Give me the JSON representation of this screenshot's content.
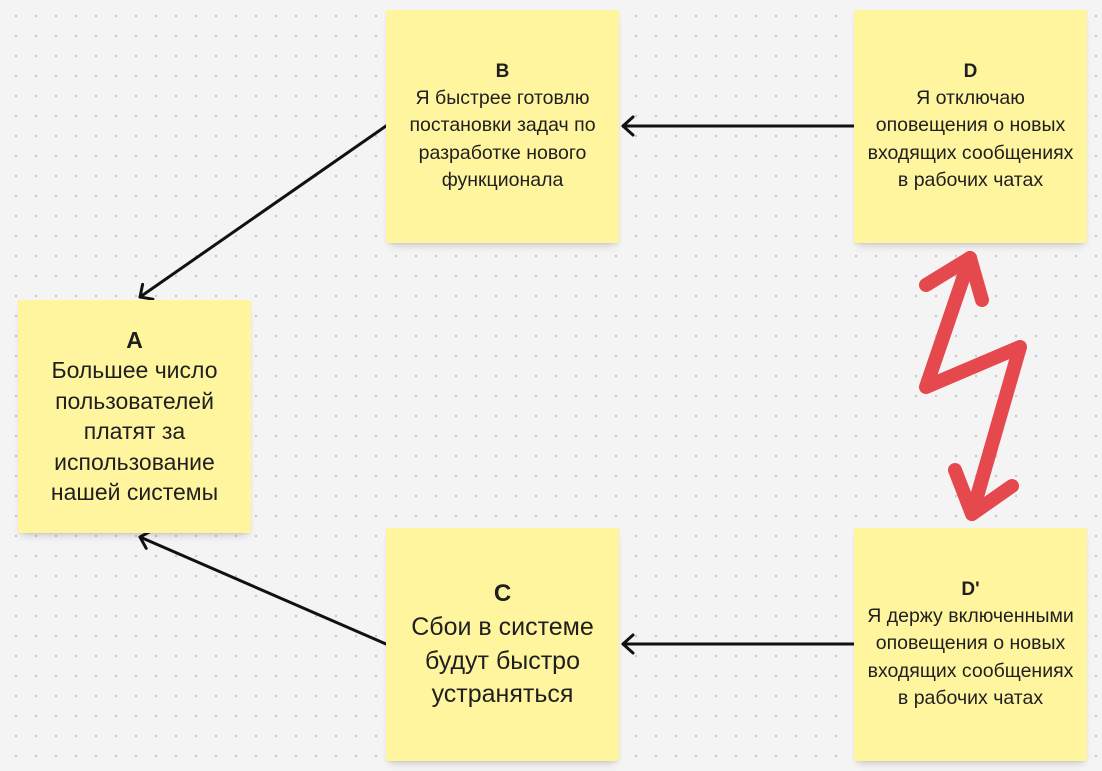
{
  "notes": {
    "a": {
      "title": "A",
      "body": "Большее число пользователей платят за использование нашей системы"
    },
    "b": {
      "title": "B",
      "body": "Я быстрее готовлю постановки задач по разработке нового функционала"
    },
    "c": {
      "title": "C",
      "body": "Сбои в системе будут быстро устраняться"
    },
    "d": {
      "title": "D",
      "body": "Я отключаю оповещения о новых входящих сообщениях в рабочих чатах"
    },
    "d_prime": {
      "title": "D'",
      "body": "Я держу включенными оповещения о новых входящих сообщениях в рабочих чатах"
    }
  },
  "colors": {
    "note_fill": "#fff59f",
    "arrow": "#111111",
    "conflict": "#e5484d"
  }
}
